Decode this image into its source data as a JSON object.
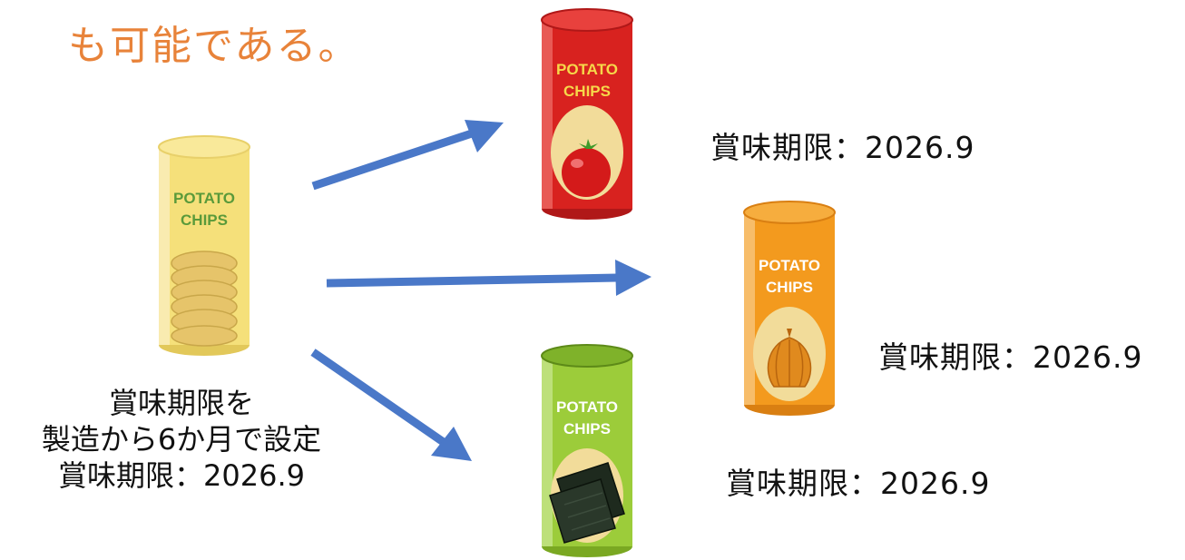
{
  "headline": "も可能である。",
  "source_product": {
    "can_label_line1": "POTATO",
    "can_label_line2": "CHIPS",
    "color": "#f5e07a",
    "note_line1": "賞味期限を",
    "note_line2": "製造から6か月で設定",
    "note_line3": "賞味期限：2026.9"
  },
  "variants": [
    {
      "flavor": "tomato",
      "can_label_line1": "POTATO",
      "can_label_line2": "CHIPS",
      "color": "#d8221f",
      "expiry_label": "賞味期限：2026.9"
    },
    {
      "flavor": "onion",
      "can_label_line1": "POTATO",
      "can_label_line2": "CHIPS",
      "color": "#f39a1e",
      "expiry_label": "賞味期限：2026.9"
    },
    {
      "flavor": "nori",
      "can_label_line1": "POTATO",
      "can_label_line2": "CHIPS",
      "color": "#9ccc3a",
      "expiry_label": "賞味期限：2026.9"
    }
  ],
  "arrow_color": "#4a78c8"
}
